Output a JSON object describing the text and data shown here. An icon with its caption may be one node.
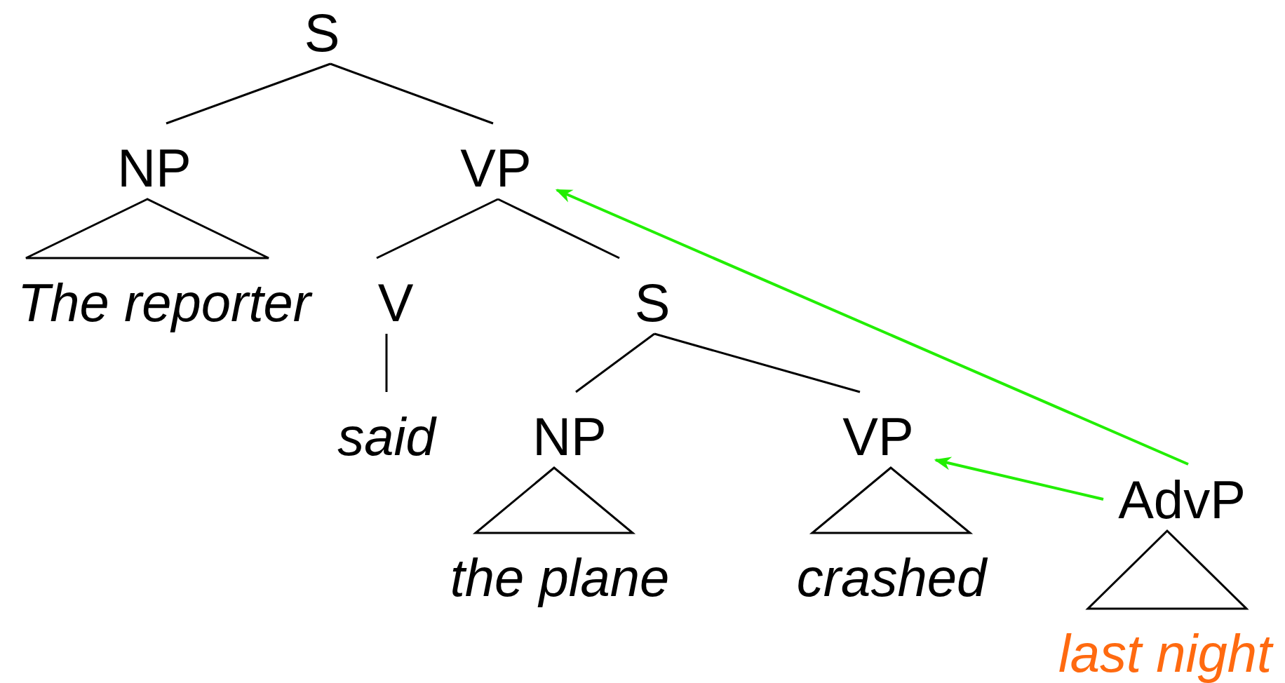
{
  "diagram": {
    "nodes": [
      {
        "text": [
          "S"
        ]
      },
      {
        "text": [
          "NP"
        ]
      },
      {
        "text": [
          "VP"
        ]
      },
      {
        "text": [
          "The reporter"
        ]
      },
      {
        "text": [
          "V"
        ]
      },
      {
        "text": [
          "S"
        ]
      },
      {
        "text": [
          "said"
        ]
      },
      {
        "text": [
          "NP"
        ]
      },
      {
        "text": [
          "VP"
        ]
      },
      {
        "text": [
          "AdvP"
        ]
      },
      {
        "text": [
          "the plane"
        ]
      },
      {
        "text": [
          "crashed"
        ]
      },
      {
        "text": [
          "last night"
        ]
      }
    ],
    "edges": [
      {
        "from": 0,
        "to": 1,
        "arrow": "none"
      },
      {
        "from": 0,
        "to": 2,
        "arrow": "none"
      },
      {
        "from": 1,
        "to": 3,
        "arrow": "none"
      },
      {
        "from": 2,
        "to": 4,
        "arrow": "none"
      },
      {
        "from": 2,
        "to": 5,
        "arrow": "none"
      },
      {
        "from": 4,
        "to": 6,
        "arrow": "none"
      },
      {
        "from": 5,
        "to": 7,
        "arrow": "none"
      },
      {
        "from": 5,
        "to": 8,
        "arrow": "none"
      },
      {
        "from": 7,
        "to": 10,
        "arrow": "none"
      },
      {
        "from": 8,
        "to": 11,
        "arrow": "none"
      },
      {
        "from": 9,
        "to": 12,
        "arrow": "none"
      },
      {
        "from": 9,
        "to": 2,
        "arrow": "to",
        "color": "#22ee00"
      },
      {
        "from": 9,
        "to": 8,
        "arrow": "to",
        "color": "#22ee00"
      }
    ]
  }
}
